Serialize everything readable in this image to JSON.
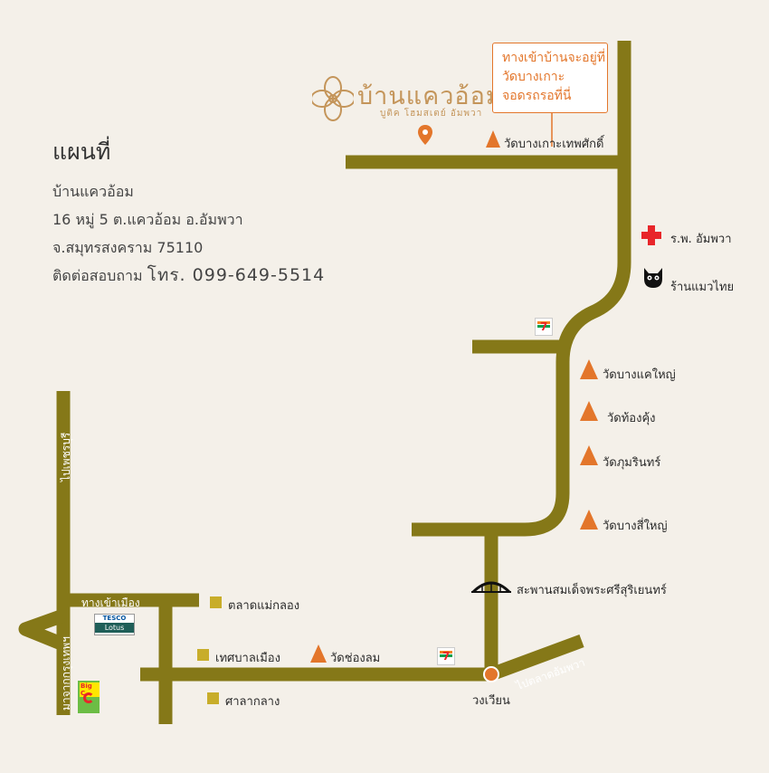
{
  "title": "แผนที่",
  "address": {
    "name": "บ้านแควอ้อม",
    "line1": "16 หมู่ 5 ต.แควอ้อม อ.อัมพวา",
    "line2": "จ.สมุทรสงคราม 75110",
    "contact_label": "ติดต่อสอบถาม",
    "phone": "โทร. 099-649-5514"
  },
  "logo": {
    "name": "บ้านแควอ้อม",
    "subtitle": "บูติค โฮมสเตย์ อัมพวา"
  },
  "callout": {
    "line1": "ทางเข้าบ้านจะอยู่ที่",
    "line2": "วัดบางเกาะ",
    "line3": "จอดรถรอที่นี่"
  },
  "landmarks": {
    "wat_bangkoh": "วัดบางเกาะเทพศักดิ์",
    "hospital": "ร.พ. อัมพวา",
    "cat_shop": "ร้านแมวไทย",
    "wat_bangkhae": "วัดบางแคใหญ่",
    "wat_hongkung": "วัดท้องคุ้ง",
    "wat_phumarin": "วัดภุมรินทร์",
    "wat_bangsai": "วัดบางสี่ใหญ่",
    "bridge": "สะพานสมเด็จพระศรีสุริเยนทร์",
    "roundabout": "วงเวียน",
    "market": "ตลาดแม่กลอง",
    "municipality": "เทศบาลเมือง",
    "wat_chonglom": "วัดช่องลม",
    "sala": "ศาลากลาง",
    "tesco_top": "TESCO",
    "tesco_bottom": "Lotus",
    "bigc": "Big C"
  },
  "road_labels": {
    "to_phetchaburi": "ไปเพชรบุรี",
    "city_entrance": "ทางเข้าเมือง",
    "from_bangkok": "มาจากกรุงเทพฯ",
    "to_amphawa_market": "ไปตลาดอัมพวา"
  },
  "colors": {
    "road": "#857818",
    "accent": "#e3762b",
    "pin": "#e3762b",
    "square": "#c8ad2a",
    "hospital": "#e8262a"
  },
  "icons": [
    "temple-icon",
    "hospital-cross-icon",
    "cat-icon",
    "seven-eleven-icon",
    "bridge-icon",
    "map-pin-icon",
    "roundabout-icon",
    "logo-flower-icon"
  ]
}
